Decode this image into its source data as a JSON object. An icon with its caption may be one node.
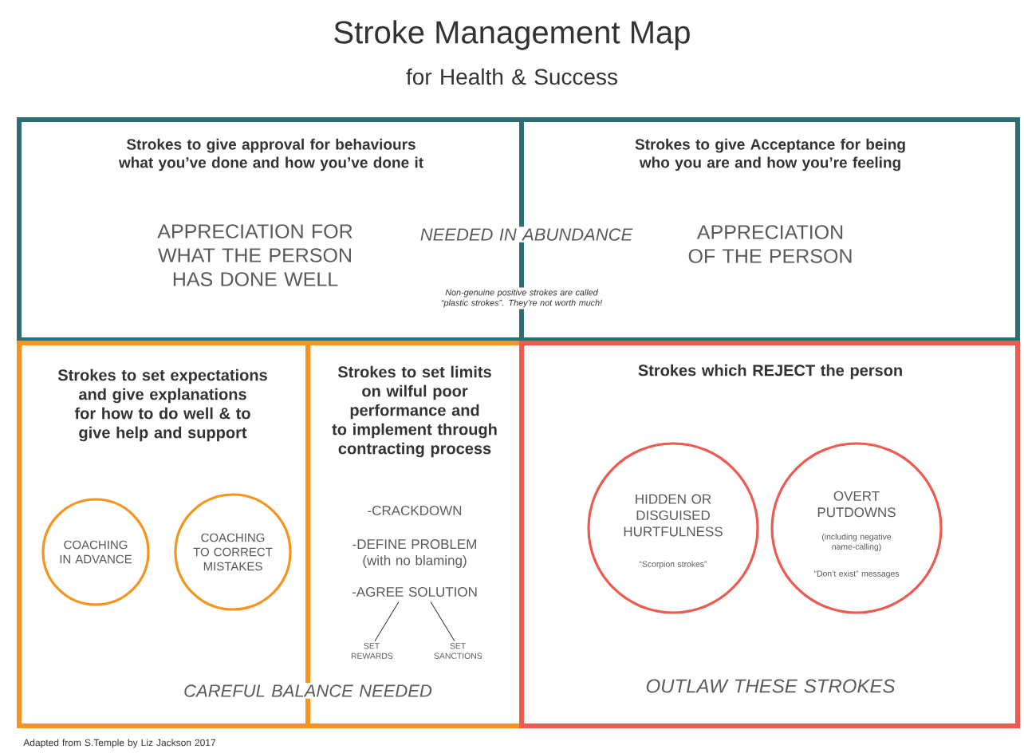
{
  "diagram": {
    "title": "Stroke Management Map",
    "nodes": [
      {
        "text": [
          "Strokes to give approval for behaviours what you’ve done and how you’ve done it",
          "APPRECIATION FOR WHAT THE PERSON HAS DONE WELL"
        ]
      },
      {
        "text": [
          "Strokes to give Acceptance for being who you are and how you’re feeling",
          "APPRECIATION OF THE PERSON"
        ]
      },
      {
        "text": [
          "Strokes to set expectations and give explanations for how to do well & to give help and support"
        ]
      },
      {
        "text": [
          "COACHING IN ADVANCE"
        ],
        "in": 2
      },
      {
        "text": [
          "COACHING TO CORRECT MISTAKES"
        ],
        "in": 2
      },
      {
        "text": [
          "Strokes to set limits on wilful poor performance and to implement through contracting process",
          "-CRACKDOWN",
          "-DEFINE PROBLEM (with no blaming)"
        ]
      },
      {
        "text": [
          "-AGREE SOLUTION"
        ],
        "in": 5
      },
      {
        "text": [
          "SET REWARDS"
        ],
        "in": 5
      },
      {
        "text": [
          "SET SANCTIONS"
        ],
        "in": 5
      },
      {
        "text": [
          "Strokes which REJECT the person",
          "OUTLAW THESE STROKES"
        ]
      },
      {
        "text": [
          "HIDDEN OR DISGUISED HURTFULNESS",
          "“Scorpion strokes”"
        ],
        "in": 9
      },
      {
        "text": [
          "OVERT PUTDOWNS",
          "(including negative name-calling)",
          "“Don’t exist” messages"
        ],
        "in": 9
      }
    ],
    "edges": [
      {
        "from": 6,
        "to": 7,
        "arrow": "none"
      },
      {
        "from": 6,
        "to": 8,
        "arrow": "none"
      }
    ],
    "labels": [
      "for Health & Success",
      "NEEDED IN ABUNDANCE",
      "Non-genuine positive strokes are called “plastic strokes”. They’re not worth much!",
      "CAREFUL BALANCE NEEDED",
      "Adapted from S.Temple by Liz Jackson 2017"
    ]
  }
}
